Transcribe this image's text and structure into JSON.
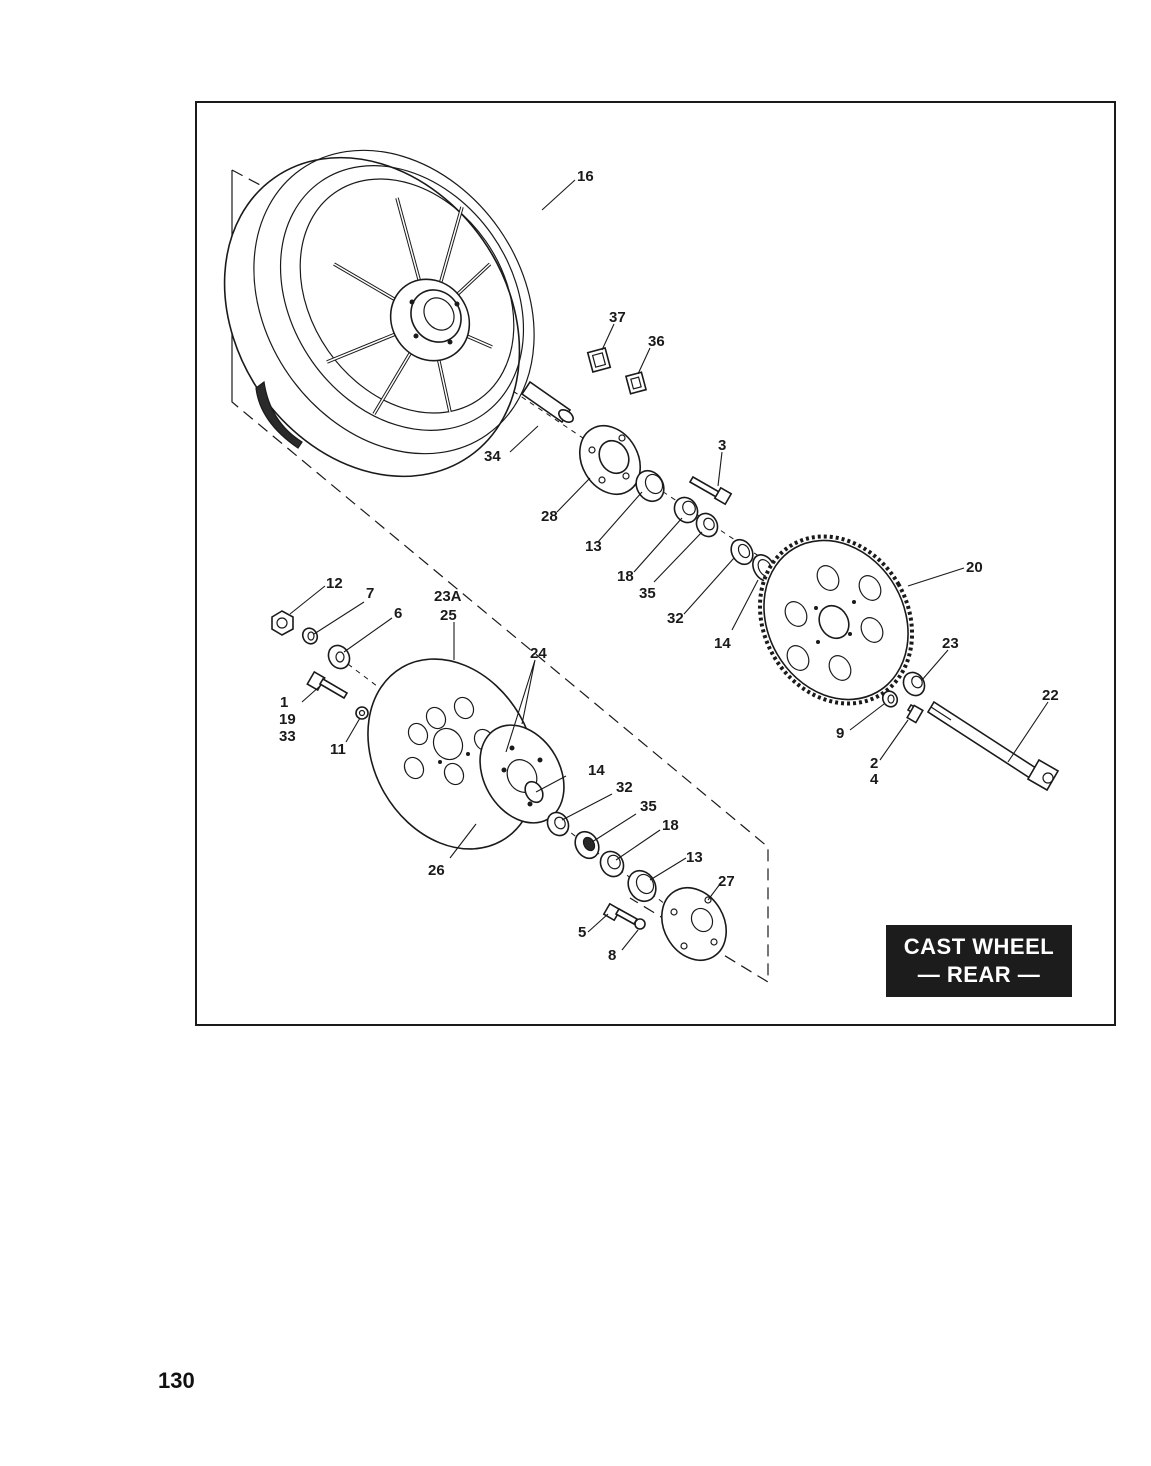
{
  "section_title": {
    "line1": "CAST WHEEL",
    "line2": "— REAR —"
  },
  "page_number": "130",
  "callouts": {
    "c1": "1",
    "c19": "19",
    "c33": "33",
    "c2": "2",
    "c4": "4",
    "c3": "3",
    "c5": "5",
    "c6": "6",
    "c7": "7",
    "c8": "8",
    "c9": "9",
    "c11": "11",
    "c12": "12",
    "c13a": "13",
    "c13b": "13",
    "c14a": "14",
    "c14b": "14",
    "c16": "16",
    "c18a": "18",
    "c18b": "18",
    "c20": "20",
    "c22": "22",
    "c23": "23",
    "c23A": "23A",
    "c24": "24",
    "c25": "25",
    "c26": "26",
    "c27": "27",
    "c28": "28",
    "c32a": "32",
    "c32b": "32",
    "c34": "34",
    "c35a": "35",
    "c35b": "35",
    "c36": "36",
    "c37": "37"
  }
}
